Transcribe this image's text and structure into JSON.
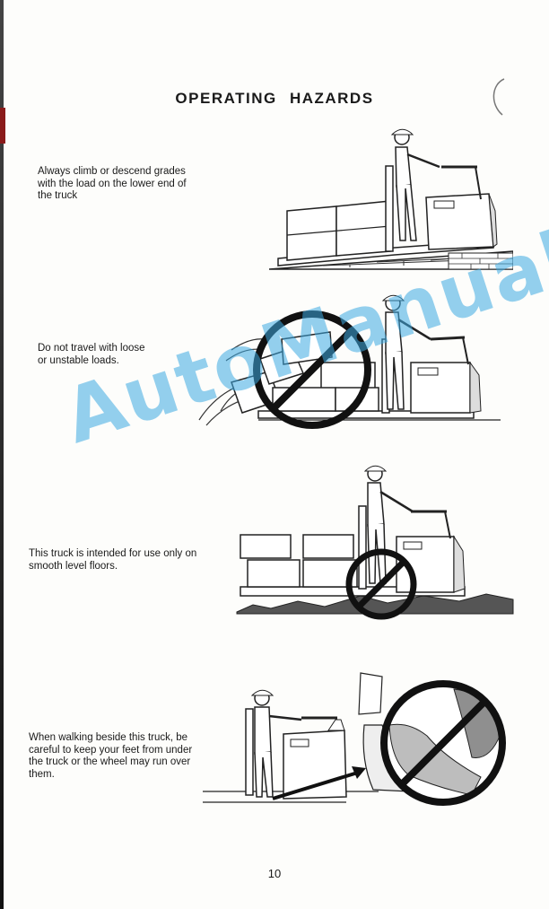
{
  "heading": "OPERATING HAZARDS",
  "sections": [
    {
      "caption": "Always climb or descend grades with the load on the lower end of the truck"
    },
    {
      "caption": "Do not travel with loose or unstable loads."
    },
    {
      "caption": "This truck is intended for use only on smooth level floors."
    },
    {
      "caption": "When walking beside this truck, be careful to keep your feet from under the truck or the wheel may run over them."
    }
  ],
  "watermark": "AutoManual",
  "page_number": "10"
}
